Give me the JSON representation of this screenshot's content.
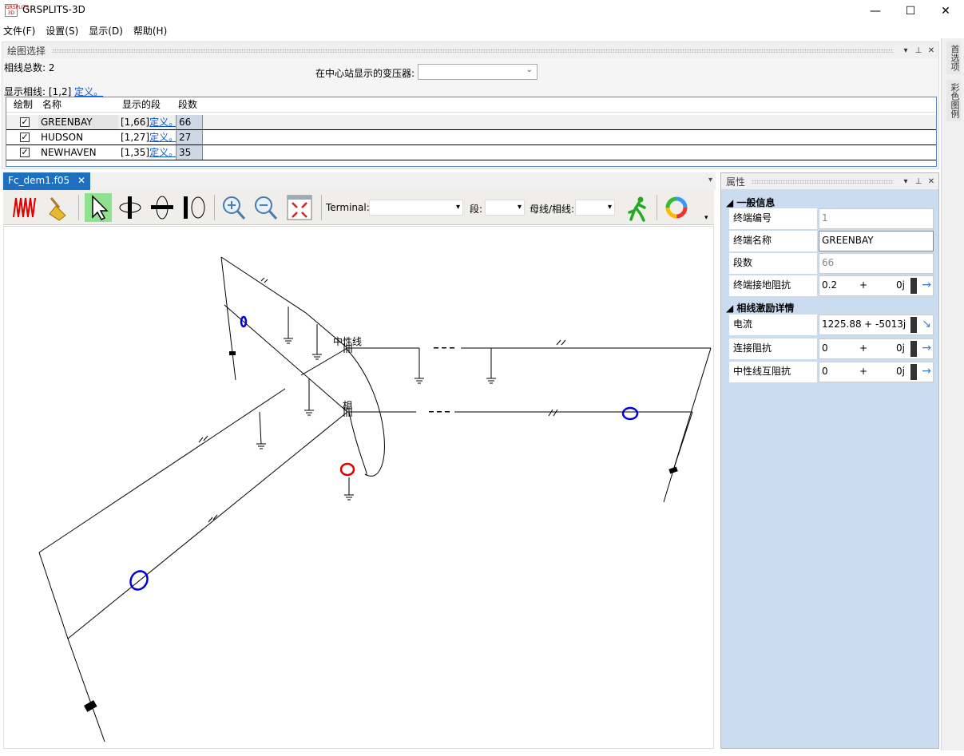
{
  "window": {
    "title": "GRSPLITS-3D",
    "icon_text": "GRSPLITS 3D",
    "minimize": "—",
    "maximize": "☐",
    "close": "✕"
  },
  "menu": [
    "文件(F)",
    "设置(S)",
    "显示(D)",
    "帮助(H)"
  ],
  "right_rail": {
    "tabs": [
      "首选项",
      "彩色图例"
    ]
  },
  "plot_select": {
    "title": "绘图选择",
    "total_label": "相线总数:",
    "total_value": "2",
    "transformer_label": "在中心站显示的变压器:",
    "transformer_value": "",
    "display_label": "显示相线:",
    "display_value": "[1,2]",
    "define_link": "定义。",
    "columns": [
      "绘制",
      "名称",
      "显示的段",
      "段数"
    ],
    "rows": [
      {
        "checked": true,
        "name": "GREENBAY",
        "segments": "[1,66]",
        "link": "定义。",
        "count": "66"
      },
      {
        "checked": true,
        "name": "HUDSON",
        "segments": "[1,27]",
        "link": "定义。",
        "count": "27"
      },
      {
        "checked": true,
        "name": "NEWHAVEN",
        "segments": "[1,35]",
        "link": "定义。",
        "count": "35"
      }
    ]
  },
  "document": {
    "tab": "Fc_dem1.f05",
    "tab_close": "✕"
  },
  "toolbar": {
    "terminal_label": "Terminal:",
    "segment_label": "段:",
    "bus_label": "母线/相线:"
  },
  "drawing": {
    "neutral_label": "中性线",
    "phase_label": "相"
  },
  "properties": {
    "title": "属性",
    "general_section": "一般信息",
    "general": [
      {
        "label": "终端编号",
        "value": "1",
        "readonly": true
      },
      {
        "label": "终端名称",
        "value": "GREENBAY",
        "readonly": false
      },
      {
        "label": "段数",
        "value": "66",
        "readonly": true
      },
      {
        "label": "终端接地阻抗",
        "value": "0.2",
        "plus": "+",
        "imag": "0j"
      }
    ],
    "excitation_section": "相线激励详情",
    "excitation": [
      {
        "label": "电流",
        "value": "1225.88",
        "plus": "+",
        "imag": "-5013j"
      },
      {
        "label": "连接阻抗",
        "value": "0",
        "plus": "+",
        "imag": "0j"
      },
      {
        "label": "中性线互阻抗",
        "value": "0",
        "plus": "+",
        "imag": "0j"
      }
    ]
  },
  "colors": {
    "accent": "#1f6fbf",
    "panel": "#ccdcf0",
    "red_marker": "#e00000",
    "blue_marker": "#0000dd"
  }
}
